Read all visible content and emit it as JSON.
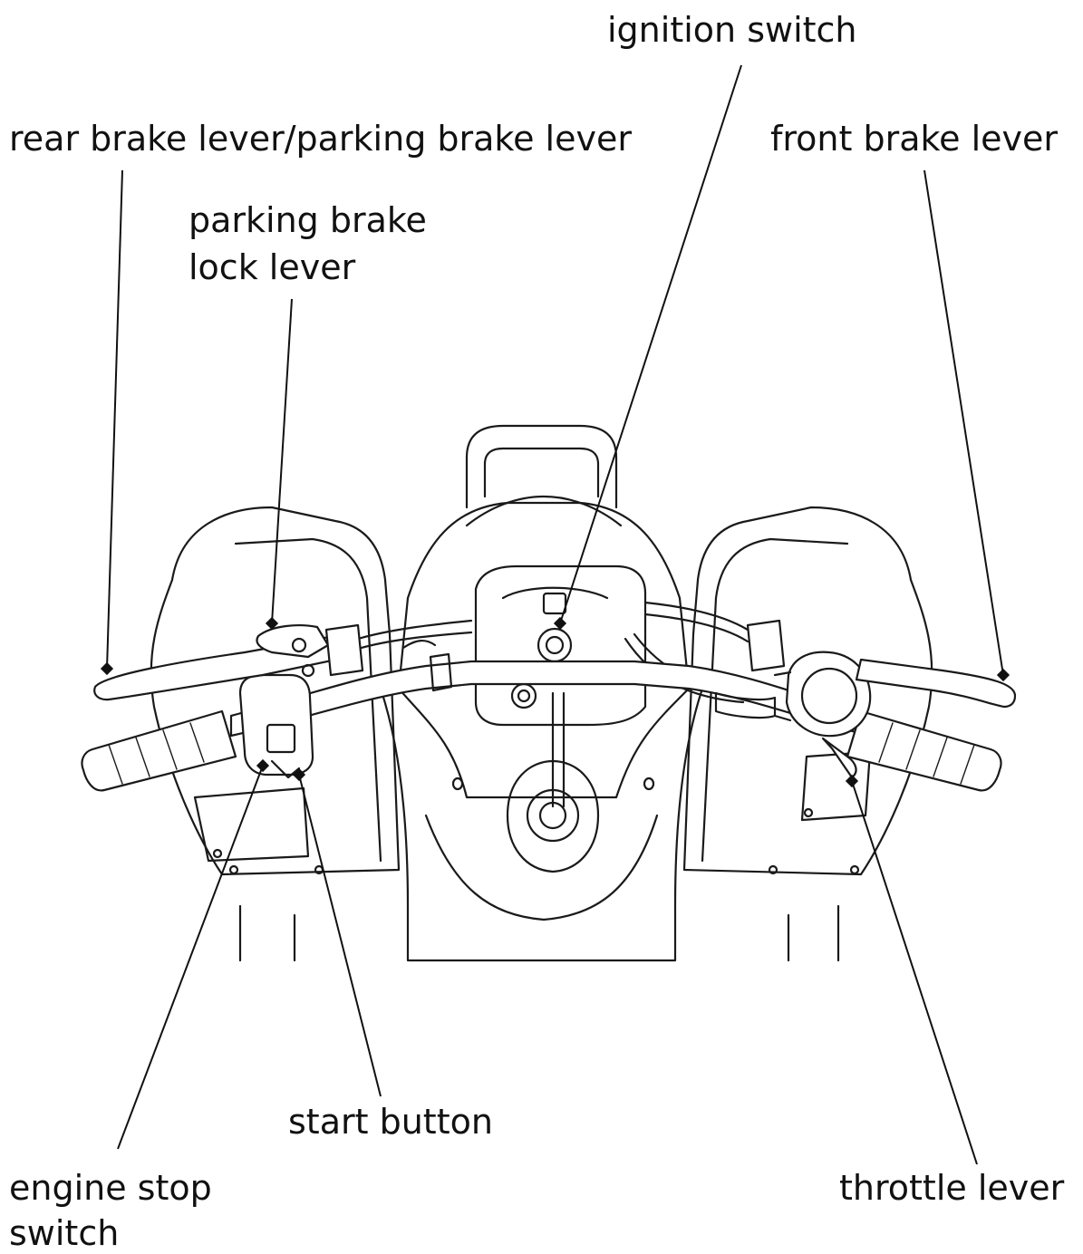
{
  "labels": {
    "ignition_switch": "ignition switch",
    "rear_brake_lever": "rear brake lever/parking brake lever",
    "front_brake_lever": "front brake lever",
    "parking_brake_lock_lever_line1": "parking brake",
    "parking_brake_lock_lever_line2": "lock lever",
    "start_button": "start button",
    "engine_stop_switch_line1": "engine stop",
    "engine_stop_switch_line2": "switch",
    "throttle_lever": "throttle lever"
  },
  "colors": {
    "ink": "#111111",
    "background": "#ffffff"
  }
}
